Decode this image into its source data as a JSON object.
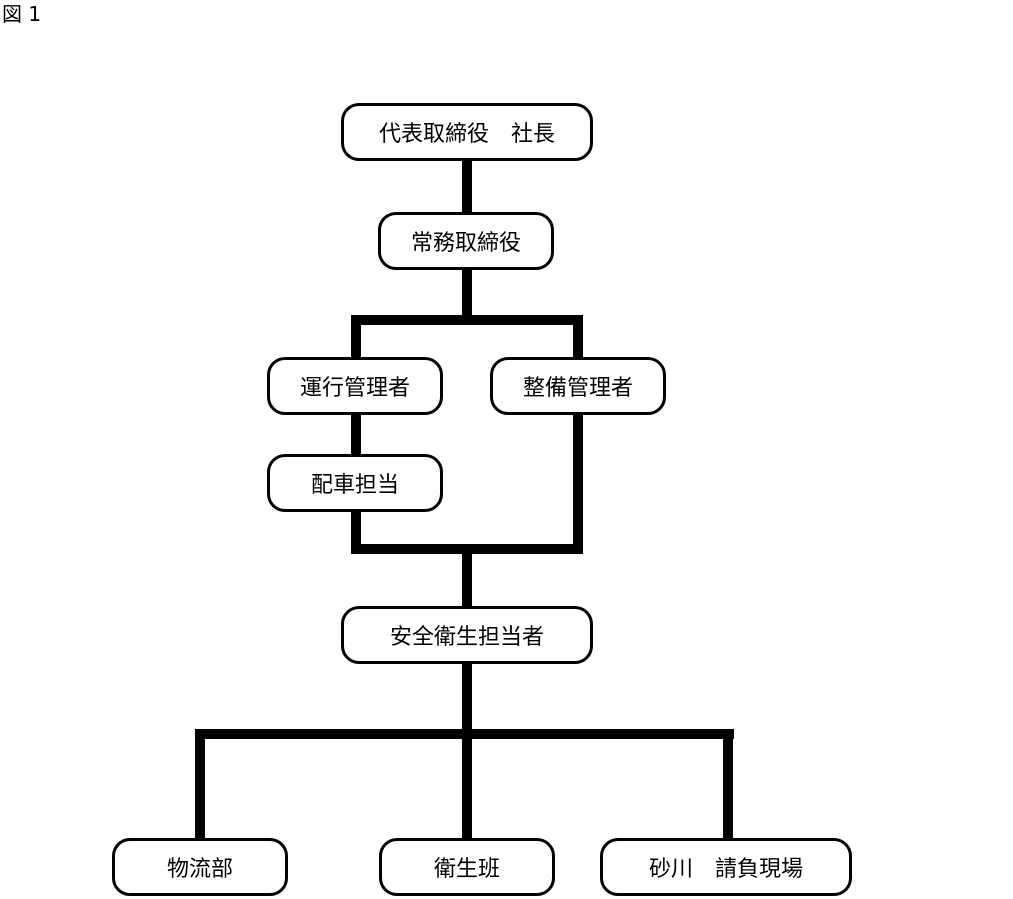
{
  "figure_label": "図 1",
  "nodes": {
    "president": "代表取締役　社長",
    "managing_director": "常務取締役",
    "operations_manager": "運行管理者",
    "maintenance_manager": "整備管理者",
    "dispatch": "配車担当",
    "safety_health": "安全衛生担当者",
    "logistics": "物流部",
    "hygiene": "衛生班",
    "sunagawa_site": "砂川　請負現場"
  },
  "edges": [
    [
      "president",
      "managing_director"
    ],
    [
      "managing_director",
      "operations_manager"
    ],
    [
      "managing_director",
      "maintenance_manager"
    ],
    [
      "operations_manager",
      "dispatch"
    ],
    [
      "dispatch",
      "safety_health"
    ],
    [
      "maintenance_manager",
      "safety_health"
    ],
    [
      "safety_health",
      "logistics"
    ],
    [
      "safety_health",
      "hygiene"
    ],
    [
      "safety_health",
      "sunagawa_site"
    ]
  ],
  "colors": {
    "line": "#000000",
    "box_border": "#000000",
    "box_fill": "#ffffff"
  }
}
